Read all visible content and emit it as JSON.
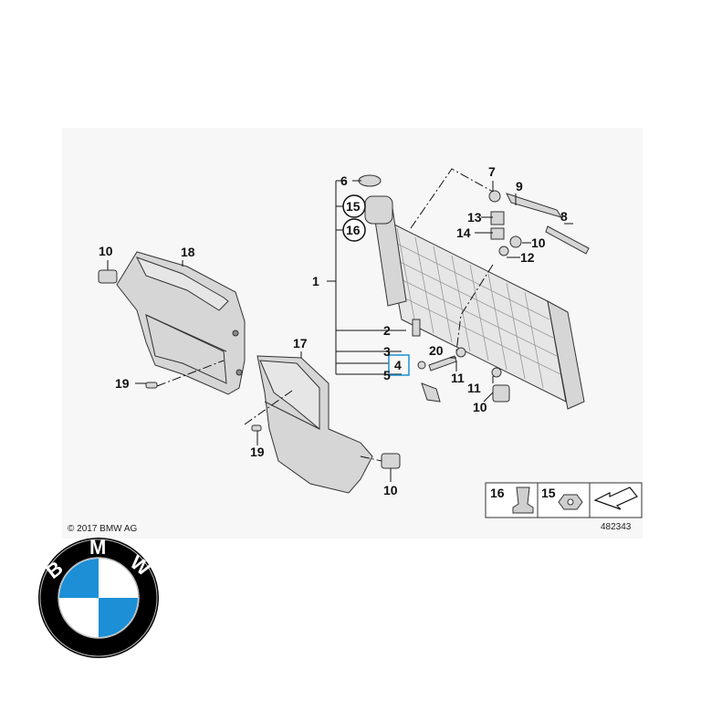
{
  "callouts": {
    "c1": "1",
    "c2": "2",
    "c3": "3",
    "c4": "4",
    "c5": "5",
    "c6": "6",
    "c7": "7",
    "c8": "8",
    "c9": "9",
    "c10a": "10",
    "c10b": "10",
    "c10c": "10",
    "c10d": "10",
    "c11a": "11",
    "c11b": "11",
    "c12": "12",
    "c13": "13",
    "c14": "14",
    "c15": "15",
    "c16": "16",
    "c17": "17",
    "c18": "18",
    "c19a": "19",
    "c19b": "19",
    "c20": "20"
  },
  "legend": {
    "item16": "16",
    "item15": "15"
  },
  "copyright": "© 2017 BMW AG",
  "diagram_number": "482343",
  "logo": {
    "text_b": "B",
    "text_m": "M",
    "text_w": "W",
    "colors": {
      "ring": "#000000",
      "blue": "#1c8fd6",
      "white": "#ffffff"
    }
  }
}
